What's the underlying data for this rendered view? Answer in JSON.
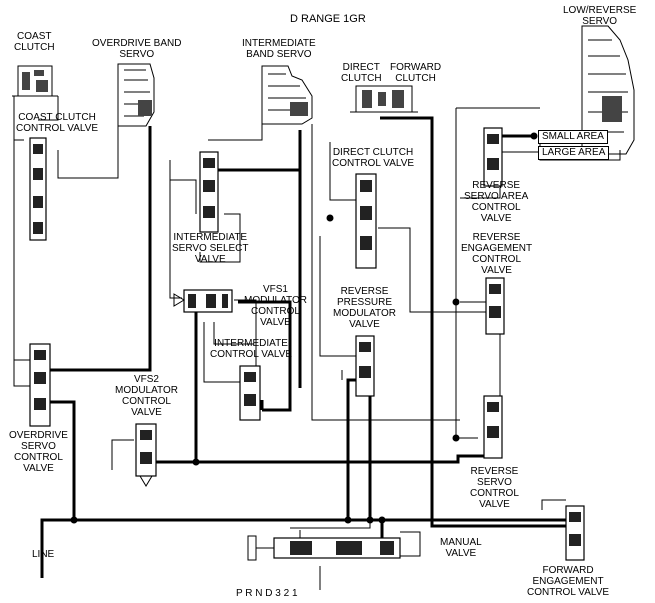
{
  "title": "D RANGE 1GR",
  "labels": {
    "coast_clutch": [
      "COAST",
      "CLUTCH"
    ],
    "overdrive_band_servo": [
      "OVERDRIVE BAND",
      "SERVO"
    ],
    "intermediate_band_servo": [
      "INTERMEDIATE",
      "BAND SERVO"
    ],
    "direct_clutch": [
      "DIRECT",
      "CLUTCH"
    ],
    "forward_clutch": [
      "FORWARD",
      "CLUTCH"
    ],
    "low_reverse_servo": [
      "LOW/REVERSE",
      "SERVO"
    ],
    "coast_clutch_control_valve": [
      "COAST CLUTCH",
      "CONTROL VALVE"
    ],
    "direct_clutch_control_valve": [
      "DIRECT CLUTCH",
      "CONTROL VALVE"
    ],
    "small_area": "SMALL AREA",
    "large_area": "LARGE AREA",
    "reverse_servo_area_control_valve": [
      "REVERSE",
      "SERVO AREA",
      "CONTROL",
      "VALVE"
    ],
    "intermediate_servo_select_valve": [
      "INTERMEDIATE",
      "SERVO SELECT",
      "VALVE"
    ],
    "reverse_engagement_control_valve": [
      "REVERSE",
      "ENGAGEMENT",
      "CONTROL",
      "VALVE"
    ],
    "vfs1_modulator_control_valve": [
      "VFS1",
      "MODULATOR",
      "CONTROL",
      "VALVE"
    ],
    "reverse_pressure_modulator_valve": [
      "REVERSE",
      "PRESSURE",
      "MODULATOR",
      "VALVE"
    ],
    "intermediate_control_valve": [
      "INTERMEDIATE",
      "CONTROL VALVE"
    ],
    "vfs2_modulator_control_valve": [
      "VFS2",
      "MODULATOR",
      "CONTROL",
      "VALVE"
    ],
    "overdrive_servo_control_valve": [
      "OVERDRIVE",
      "SERVO",
      "CONTROL",
      "VALVE"
    ],
    "reverse_servo_control_valve": [
      "REVERSE",
      "SERVO",
      "CONTROL",
      "VALVE"
    ],
    "line": "LINE",
    "manual_valve": [
      "MANUAL",
      "VALVE"
    ],
    "forward_engagement_control_valve": [
      "FORWARD",
      "ENGAGEMENT",
      "CONTROL VALVE"
    ],
    "gear_selector": "P R N D 3 2 1"
  }
}
